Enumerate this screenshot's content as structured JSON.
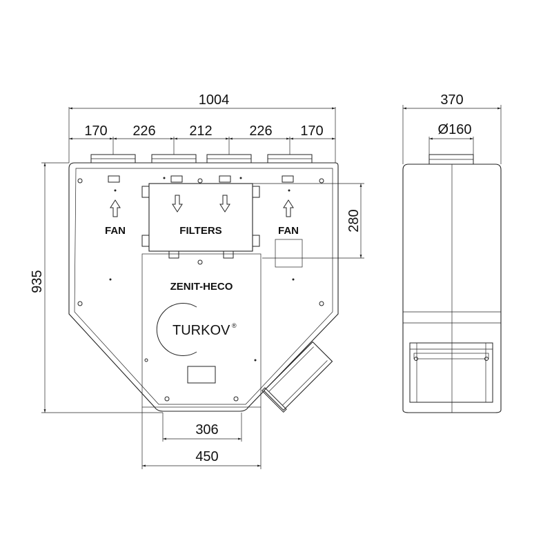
{
  "front_view": {
    "dimensions": {
      "overall_width": "1004",
      "segments": [
        "170",
        "226",
        "212",
        "226",
        "170"
      ],
      "height": "935",
      "filter_height": "280",
      "bottom_width": "306",
      "base_width": "450"
    },
    "labels": {
      "fan_left": "FAN",
      "filters": "FILTERS",
      "fan_right": "FAN",
      "model": "ZENIT-HECO",
      "brand": "TURKOV",
      "brand_mark": "®"
    }
  },
  "side_view": {
    "dimensions": {
      "depth": "370",
      "duct_diameter": "Ø160"
    }
  }
}
